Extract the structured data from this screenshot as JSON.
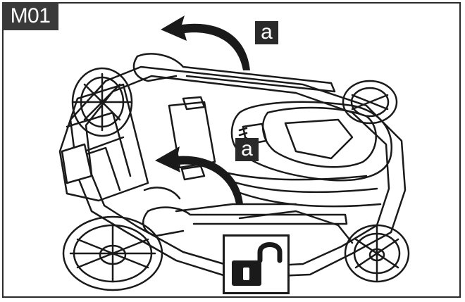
{
  "figure": {
    "step_label": "M01",
    "callouts": [
      "a",
      "a"
    ],
    "icons": {
      "rotation_arrow": "curved-arrow-left-icon",
      "unlock": "padlock-open-icon"
    },
    "colors": {
      "line": "#1a1a1a",
      "tag_bg": "#3a3a3a",
      "background": "#ffffff"
    }
  }
}
